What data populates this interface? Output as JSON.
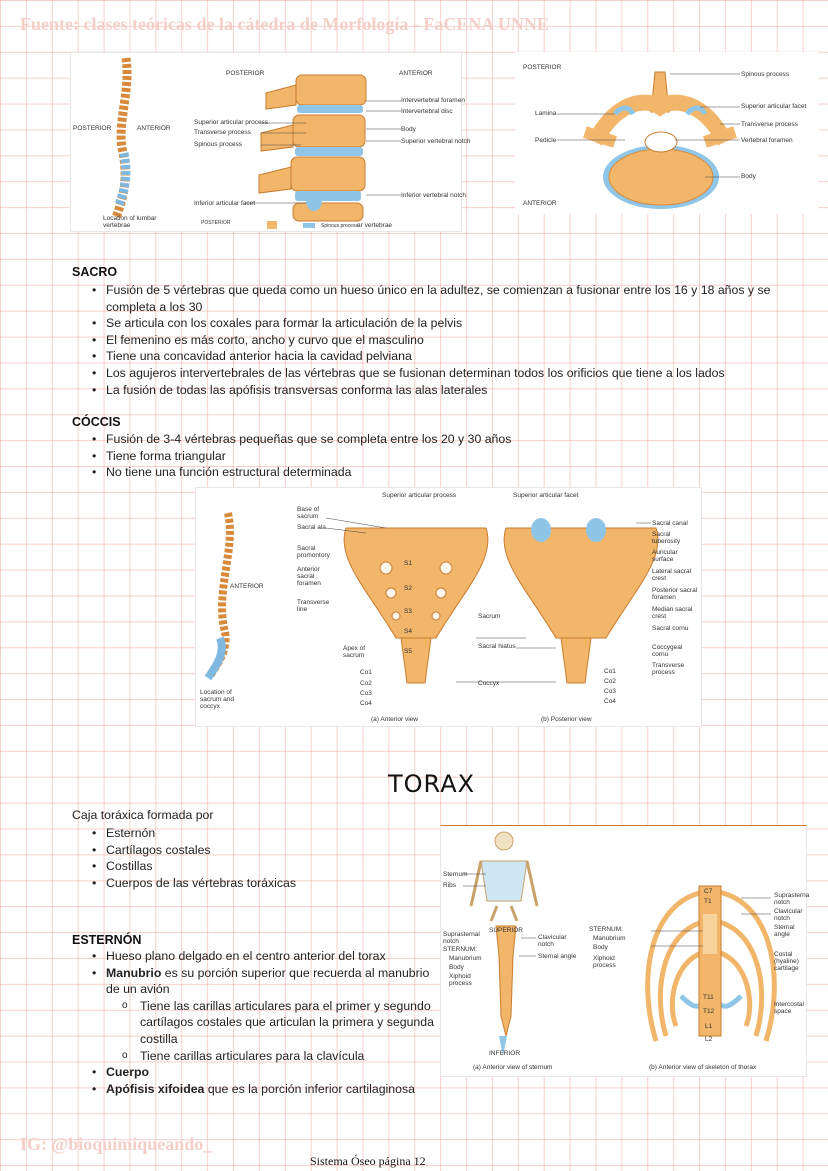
{
  "header": {
    "source": "Fuente: clases teóricas de la cátedra de Morfología - FaCENA UNNE"
  },
  "figure_lumbar": {
    "labels": {
      "posterior": "POSTERIOR",
      "anterior": "ANTERIOR",
      "posterior2": "POSTERIOR",
      "anterior2": "ANTERIOR",
      "intervertebral_foramen": "Intervertebral foramen",
      "intervertebral_disc": "Intervertebral disc",
      "superior_articular_process": "Superior articular process",
      "transverse_process": "Transverse process",
      "body": "Body",
      "spinous_process": "Spinous process",
      "superior_vertebral_notch": "Superior vertebral notch",
      "inferior_vertebral_notch": "Inferior vertebral notch",
      "inferior_articular_facet": "Inferior articular facet",
      "location": "Location of lumbar vertebrae",
      "spinous_process2": "Spinous process",
      "posterior3": "POSTERIOR",
      "vertebrae_cut": "ar vertebrae"
    }
  },
  "figure_vertebra_top": {
    "labels": {
      "posterior": "POSTERIOR",
      "anterior": "ANTERIOR",
      "spinous_process": "Spinous process",
      "superior_articular_facet": "Superior articular facet",
      "lamina": "Lamina",
      "transverse_process": "Transverse process",
      "pedicle": "Pedicle",
      "vertebral_foramen": "Vertebral foramen",
      "body": "Body"
    }
  },
  "sacro": {
    "title": "SACRO",
    "items": [
      "Fusión de 5 vértebras que queda como un hueso único en la adultez, se comienzan a fusionar entre los 16 y 18 años y se",
      "completa a los 30",
      "Se articula con los coxales para formar la articulación de la pelvis",
      "El femenino es más corto, ancho y curvo que el masculino",
      "Tiene una concavidad anterior hacia la cavidad pelviana",
      "Los agujeros intervertebrales de las vértebras que se fusionan determinan todos los orificios que tiene a los lados",
      "La fusión de todas las apófisis transversas conforma las alas laterales"
    ]
  },
  "coccis": {
    "title": "CÓCCIS",
    "items": [
      "Fusión de 3-4 vértebras pequeñas que se completa entre los 20 y 30 años",
      "Tiene forma triangular",
      "No tiene una función estructural determinada"
    ]
  },
  "figure_sacrum": {
    "labels": {
      "superior_articular_process": "Superior articular process",
      "superior_articular_facet": "Superior articular facet",
      "base_of_sacrum": "Base of sacrum",
      "sacral_ala": "Sacral ala",
      "sacral_promontory": "Sacral promontory",
      "anterior_sacral_foramen": "Anterior sacral foramen",
      "transverse_line": "Transverse line",
      "apex": "Apex of sacrum",
      "anterior": "ANTERIOR",
      "location": "Location of sacrum and coccyx",
      "sacrum": "Sacrum",
      "sacral_hiatus": "Sacral hiatus",
      "coccyx": "Coccyx",
      "sacral_canal": "Sacral canal",
      "sacral_tuberosity": "Sacral tuberosity",
      "auricular_surface": "Auricular surface",
      "lateral_sacral_crest": "Lateral sacral crest",
      "posterior_sacral_foramen": "Posterior sacral foramen",
      "median_sacral_crest": "Median sacral crest",
      "sacral_cornu": "Sacral cornu",
      "coccygeal_cornu": "Coccygeal cornu",
      "transverse_process": "Transverse process",
      "caption_a": "(a) Anterior view",
      "caption_b": "(b) Posterior view"
    },
    "segments": [
      "S1",
      "S2",
      "S3",
      "S4",
      "S5"
    ],
    "coccyx_left": [
      "Co1",
      "Co2",
      "Co3",
      "Co4"
    ],
    "coccyx_right": [
      "Co1",
      "Co2",
      "Co3",
      "Co4"
    ]
  },
  "torax": {
    "title": "TORAX",
    "intro": "Caja toráxica formada por",
    "items": [
      "Esternón",
      "Cartílagos costales",
      "Costillas",
      "Cuerpos de las vértebras toráxicas"
    ]
  },
  "figure_thorax": {
    "labels": {
      "sternum": "Sternum",
      "ribs": "Ribs",
      "superior": "SUPERIOR",
      "inferior": "INFERIOR",
      "suprasternal_notch": "Suprasternal notch",
      "sternum_caps": "STERNUM:",
      "manubrium": "Manubrium",
      "body": "Body",
      "xiphoid_process": "Xiphoid process",
      "clavicular_notch": "Clavicular notch",
      "sternal_angle": "Sternal angle",
      "sternum2": "STERNUM:",
      "manubrium2": "Manubrium",
      "body2": "Body",
      "xiphoid2": "Xiphoid process",
      "suprasterna2": "Suprasterna notch",
      "clavicular2": "Clavicular notch",
      "sternal_angle2": "Sternal angle",
      "costal_cartilage": "Costal (hyaline) cartilage",
      "intercostal_space": "Intercostal space",
      "caption_a": "(a) Anterior view of sternum",
      "caption_b": "(b) Anterior view of skeleton of thorax"
    },
    "vertebra_tags": [
      "C7",
      "T1",
      "T11",
      "T12",
      "L1",
      "L2"
    ]
  },
  "esternon": {
    "title": "ESTERNÓN",
    "item1": "Hueso plano delgado en el centro anterior del torax",
    "item2_bold": "Manubrio",
    "item2_rest": " es su porción superior que recuerda al manubrio",
    "item2_cont": "de un avión",
    "sub1": "Tiene las carillas articulares para el primer y segundo",
    "sub1_cont1": "cartílagos costales que articulan la primera y segunda",
    "sub1_cont2": "costilla",
    "sub2": "Tiene carillas articulares para la clavícula",
    "item3_bold": "Cuerpo",
    "item4_bold": "Apófisis xifoidea",
    "item4_rest": " que es la porción inferior cartilaginosa"
  },
  "footer": {
    "ig": "IG: @bioquimiqueando_",
    "page": "Sistema Óseo página 12"
  },
  "colors": {
    "bone": "#f2b66b",
    "bone_dark": "#d9893a",
    "cartilage": "#8fc6e8",
    "grid": "#f0aaa0",
    "watermark": "#f4cfc8"
  }
}
